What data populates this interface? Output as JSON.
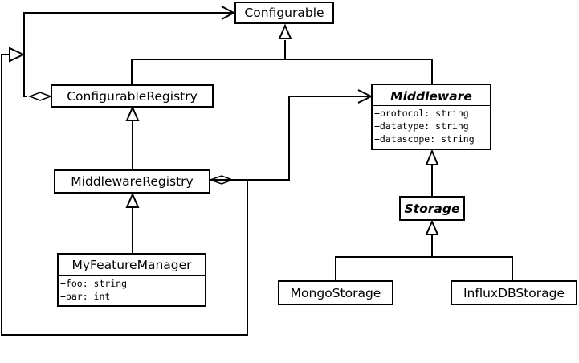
{
  "classes": {
    "configurable": {
      "name": "Configurable"
    },
    "configurable_registry": {
      "name": "ConfigurableRegistry"
    },
    "middleware": {
      "name": "Middleware",
      "attributes": [
        "+protocol: string",
        "+datatype: string",
        "+datascope: string"
      ]
    },
    "middleware_registry": {
      "name": "MiddlewareRegistry"
    },
    "storage": {
      "name": "Storage"
    },
    "my_feature_manager": {
      "name": "MyFeatureManager",
      "attributes": [
        "+foo: string",
        "+bar: int"
      ]
    },
    "mongo_storage": {
      "name": "MongoStorage"
    },
    "influxdb_storage": {
      "name": "InfluxDBStorage"
    }
  },
  "relationships": [
    {
      "type": "inheritance",
      "from": "ConfigurableRegistry",
      "to": "Configurable"
    },
    {
      "type": "inheritance",
      "from": "Middleware",
      "to": "Configurable"
    },
    {
      "type": "inheritance",
      "from": "MiddlewareRegistry",
      "to": "ConfigurableRegistry"
    },
    {
      "type": "inheritance",
      "from": "MyFeatureManager",
      "to": "MiddlewareRegistry"
    },
    {
      "type": "inheritance",
      "from": "Storage",
      "to": "Middleware"
    },
    {
      "type": "inheritance",
      "from": "MongoStorage",
      "to": "Storage"
    },
    {
      "type": "inheritance",
      "from": "InfluxDBStorage",
      "to": "Storage"
    },
    {
      "type": "aggregation",
      "whole": "ConfigurableRegistry",
      "part": "Configurable"
    },
    {
      "type": "aggregation",
      "whole": "MiddlewareRegistry",
      "part": "Middleware"
    },
    {
      "type": "inheritance",
      "from": "MiddlewareRegistry",
      "to": "ConfigurableRegistry",
      "route": "outer-loop"
    }
  ]
}
